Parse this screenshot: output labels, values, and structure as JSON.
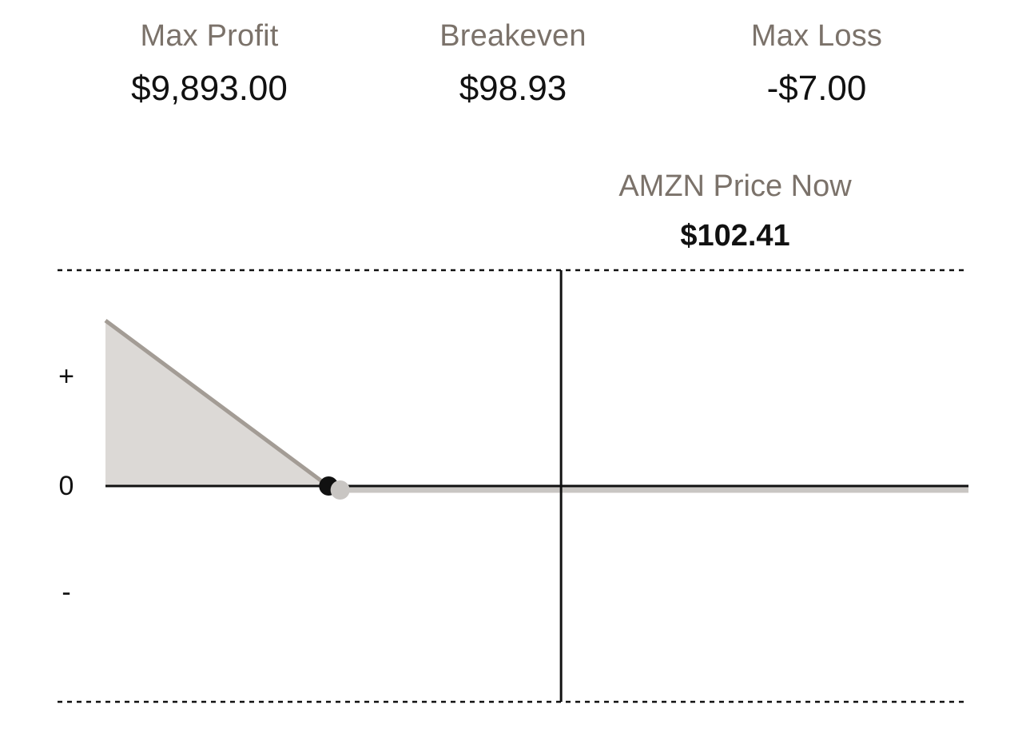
{
  "summary": {
    "max_profit_label": "Max Profit",
    "max_profit_value": "$9,893.00",
    "breakeven_label": "Breakeven",
    "breakeven_value": "$98.93",
    "max_loss_label": "Max Loss",
    "max_loss_value": "-$7.00"
  },
  "price_now": {
    "label": "AMZN Price Now",
    "value": "$102.41"
  },
  "chart": {
    "y_labels": {
      "plus": "+",
      "zero": "0",
      "minus": "-"
    },
    "colors": {
      "profit_fill": "#dcd9d6",
      "payoff_line": "#a39c95",
      "loss_line": "#c9c6c3",
      "zero_line": "#111111",
      "breakeven_dot": "#111111",
      "strike_dot": "#c9c6c3",
      "price_marker": "#111111",
      "range_border": "#111111"
    }
  },
  "chart_data": {
    "type": "line",
    "title": "",
    "xlabel": "",
    "ylabel": "",
    "breakeven": 98.93,
    "current_price": 102.41,
    "max_profit": 9893.0,
    "max_loss": -7.0,
    "series": [
      {
        "values_note": "",
        "x": [
          95.6,
          98.93,
          99.0,
          108.5
        ],
        "y": [
          333.0,
          0.0,
          -7.0,
          -7.0
        ]
      }
    ]
  }
}
